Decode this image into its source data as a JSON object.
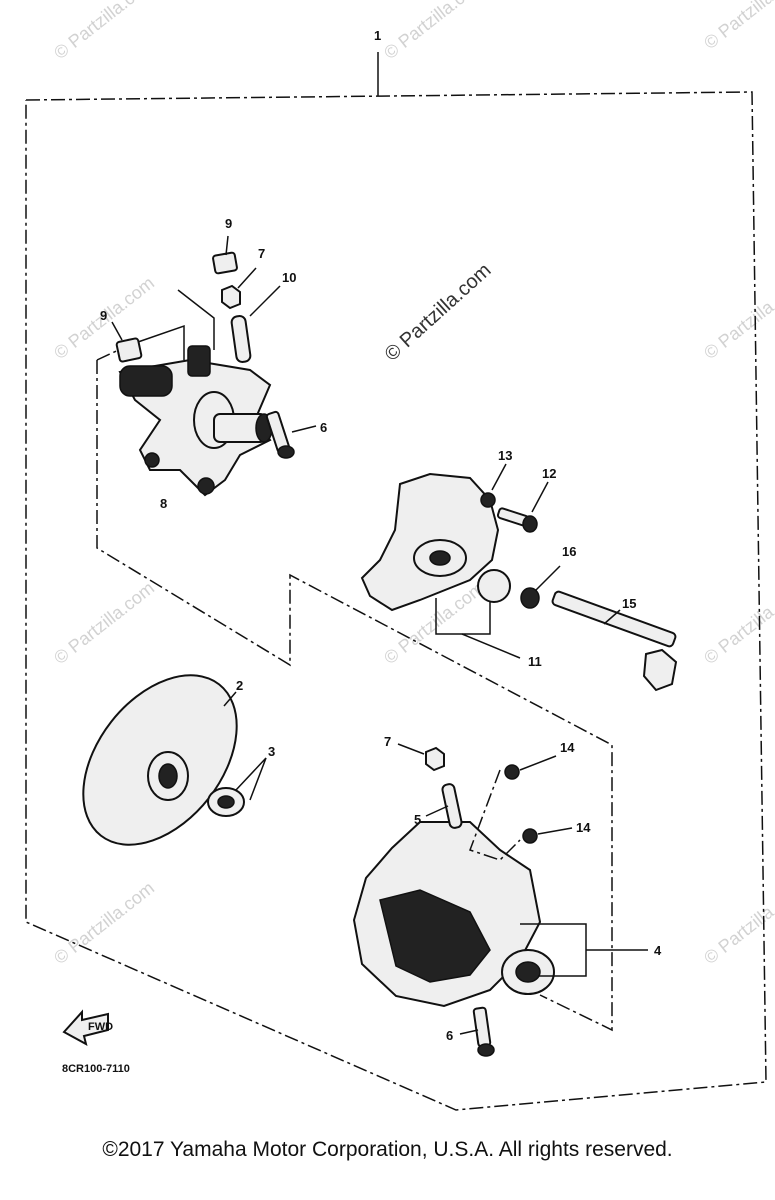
{
  "callouts": {
    "c1": "1",
    "c2": "2",
    "c3": "3",
    "c4": "4",
    "c5": "5",
    "c6a": "6",
    "c6b": "6",
    "c7a": "7",
    "c7b": "7",
    "c8": "8",
    "c9a": "9",
    "c9b": "9",
    "c10": "10",
    "c11": "11",
    "c12": "12",
    "c13": "13",
    "c14a": "14",
    "c14b": "14",
    "c15": "15",
    "c16": "16"
  },
  "fwd_label": "FWD",
  "diagram_code": "8CR100-7110",
  "watermark": "© Partzilla.com",
  "watermark_main": "© Partzilla.com",
  "copyright": "©2017 Yamaha Motor Corporation, U.S.A. All rights reserved."
}
